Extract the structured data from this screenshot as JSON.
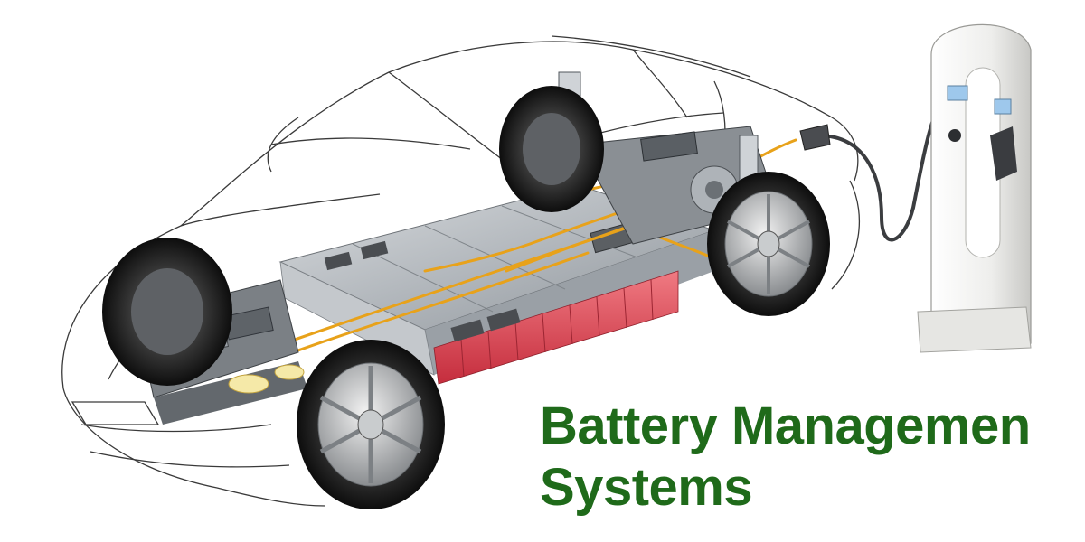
{
  "headline": {
    "line1": "Battery Managemen",
    "line2": "Systems"
  },
  "colors": {
    "headline": "#1f6a1a",
    "battery_cells": "#d8404e",
    "wiring": "#e8a21a",
    "chassis_metal": "#b9bdc2",
    "charger_body": "#f1f1ef"
  },
  "icons": [
    "electric-car-cutaway",
    "battery-pack",
    "charging-station-icon",
    "charging-cable",
    "wheel-icon"
  ]
}
